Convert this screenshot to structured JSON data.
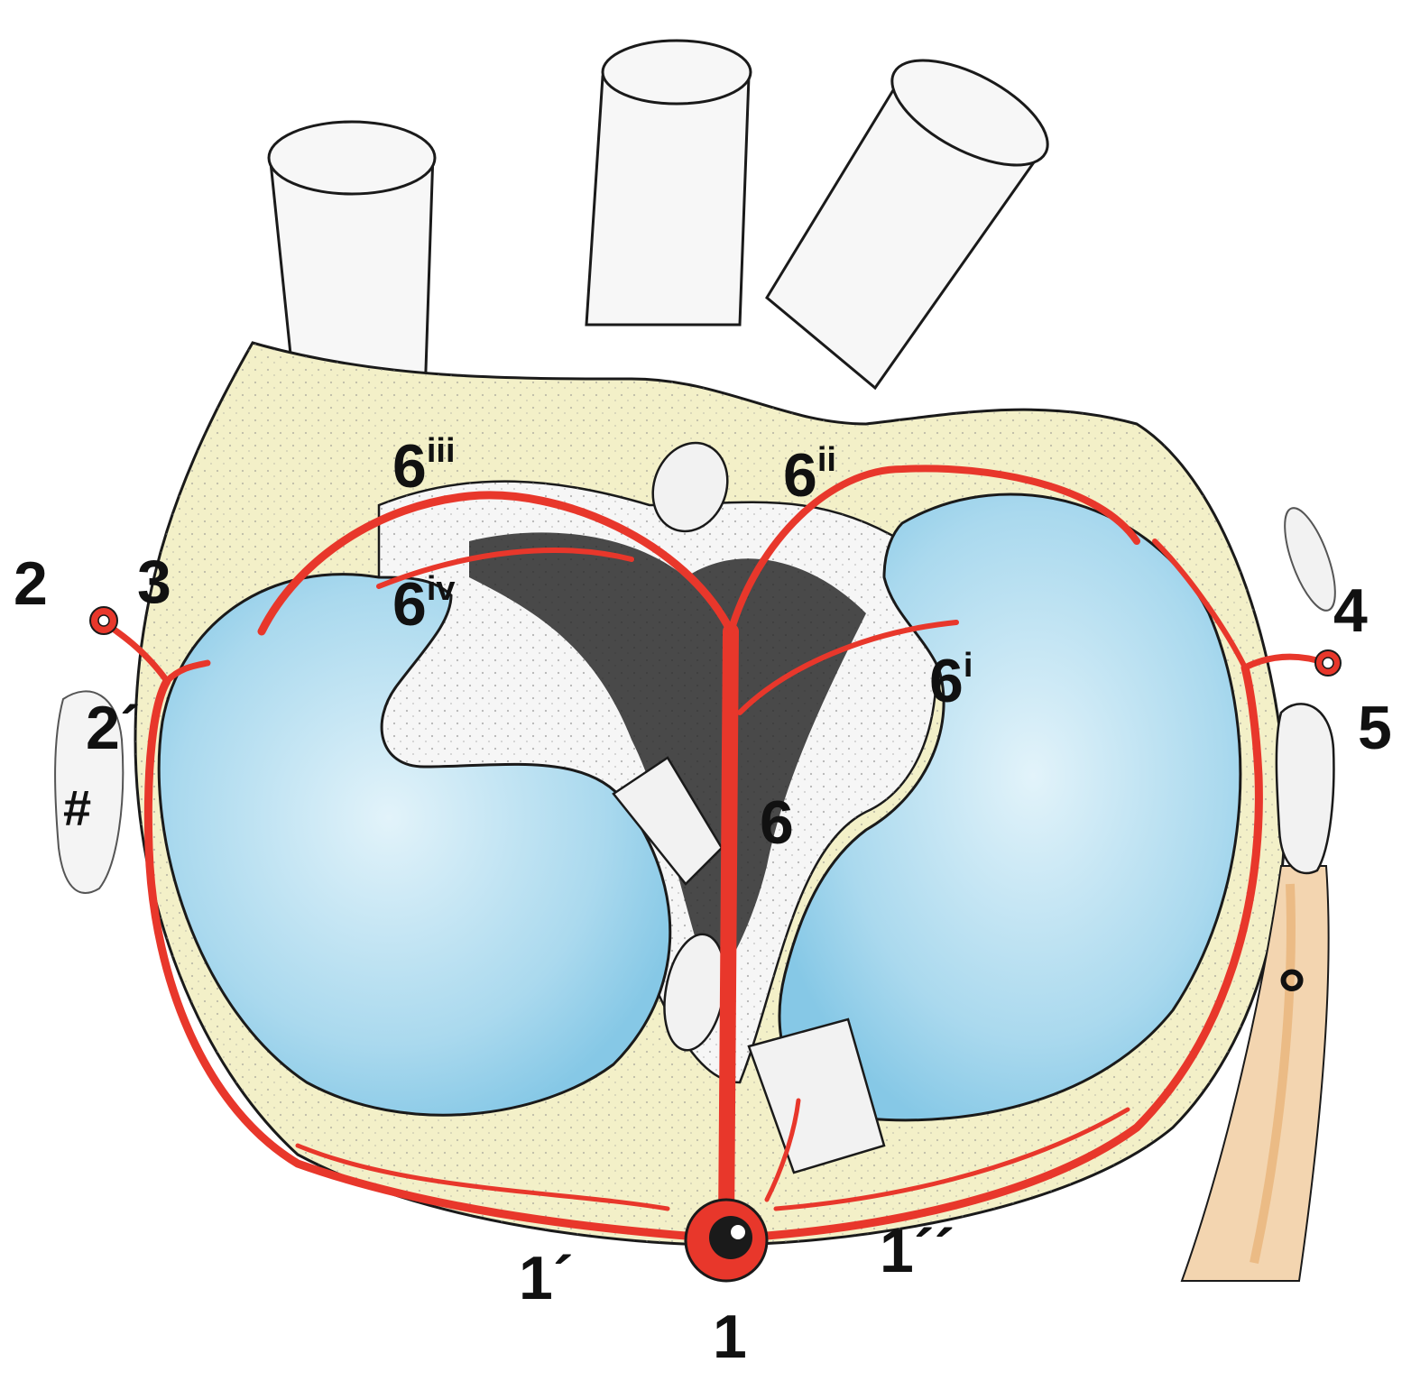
{
  "figure": {
    "labels": {
      "l1": "1",
      "l1p": "1´",
      "l1pp": "1´´",
      "l2": "2",
      "l2p": "2´",
      "l3": "3",
      "l4": "4",
      "l5": "5",
      "l6": "6",
      "l6i_base": "6",
      "l6i_sup": "i",
      "l6ii_base": "6",
      "l6ii_sup": "ii",
      "l6iii_base": "6",
      "l6iii_sup": "iii",
      "l6iv_base": "6",
      "l6iv_sup": "iv",
      "hash": "#",
      "circle": "°"
    },
    "colors": {
      "artery": "#e8372b",
      "valve_fill": "#a9d8ee",
      "valve_light": "#d6eef8",
      "outline": "#1a1a1a",
      "fat": "#f3f0c8",
      "dark_tissue": "#2a2a2a",
      "ligament": "#e9b47a"
    }
  }
}
